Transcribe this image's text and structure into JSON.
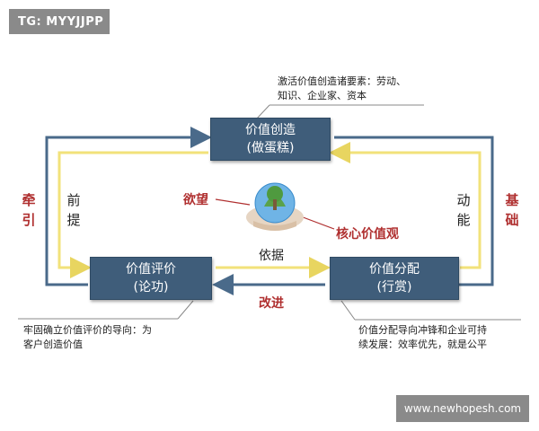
{
  "watermark_top": "TG: MYYJJPP",
  "watermark_bottom": "www.newhopesh.com",
  "boxes": {
    "top": {
      "line1": "价值创造",
      "line2": "(做蛋糕)"
    },
    "left": {
      "line1": "价值评价",
      "line2": "(论功)"
    },
    "right": {
      "line1": "价值分配",
      "line2": "(行赏)"
    }
  },
  "notes": {
    "top": {
      "line1": "激活价值创造诸要素：劳动、",
      "line2": "知识、企业家、资本"
    },
    "left": {
      "line1": "牢固确立价值评价的导向：为",
      "line2": "客户创造价值"
    },
    "right": {
      "line1": "价值分配导向冲锋和企业可持",
      "line2": "续发展：效率优先，就是公平"
    }
  },
  "labels": {
    "qian": "牵",
    "yin": "引",
    "qian2": "前",
    "ti": "提",
    "dong": "动",
    "neng": "能",
    "ji": "基",
    "chu": "础",
    "yuwang": "欲望",
    "hexin": "核心价值观",
    "yiju": "依据",
    "gaijin": "改进"
  },
  "colors": {
    "box": "#3f5d7a",
    "arrow_blue": "#4a6a8a",
    "arrow_yellow": "#f2e27a",
    "red": "#b03030"
  }
}
